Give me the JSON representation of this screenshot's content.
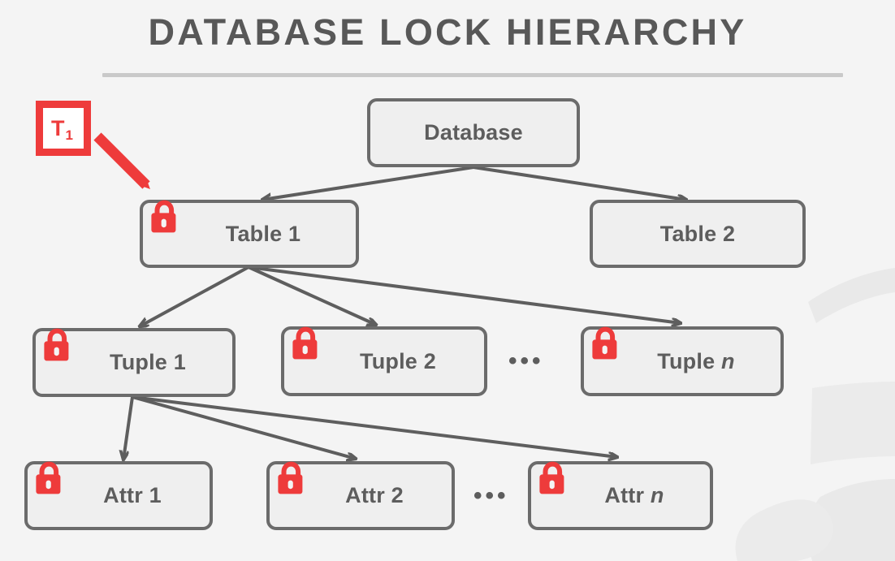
{
  "title": "DATABASE LOCK HIERARCHY",
  "colors": {
    "background": "#f4f4f4",
    "node_fill": "#efefef",
    "node_border": "#6b6b6b",
    "node_text": "#5d5d5d",
    "title_text": "#585858",
    "rule": "#c9c9c9",
    "lock_red": "#ee3b3b",
    "edge": "#5e5e5e",
    "watermark": "#e9e9e9"
  },
  "transaction_marker": {
    "label": "T",
    "subscript": "1",
    "name": "T1",
    "points_to": "Table 1"
  },
  "levels": [
    {
      "name": "database",
      "nodes": [
        "database"
      ]
    },
    {
      "name": "table",
      "nodes": [
        "table-1",
        "table-2"
      ]
    },
    {
      "name": "tuple",
      "nodes": [
        "tuple-1",
        "tuple-2",
        "tuple-n"
      ]
    },
    {
      "name": "attribute",
      "nodes": [
        "attr-1",
        "attr-2",
        "attr-n"
      ]
    }
  ],
  "nodes": {
    "database": {
      "label": "Database",
      "locked": false
    },
    "table_1": {
      "label": "Table 1",
      "locked": true
    },
    "table_2": {
      "label": "Table 2",
      "locked": false
    },
    "tuple_1": {
      "label": "Tuple 1",
      "locked": true
    },
    "tuple_2": {
      "label": "Tuple 2",
      "locked": true
    },
    "tuple_n": {
      "label_prefix": "Tuple ",
      "label_var": "n",
      "locked": true
    },
    "attr_1": {
      "label": "Attr 1",
      "locked": true
    },
    "attr_2": {
      "label": "Attr 2",
      "locked": true
    },
    "attr_n": {
      "label_prefix": "Attr ",
      "label_var": "n",
      "locked": true
    }
  },
  "ellipses": {
    "tuple_row": "•••",
    "attr_row": "•••"
  },
  "edges": [
    {
      "from": "database",
      "to": "table-1"
    },
    {
      "from": "database",
      "to": "table-2"
    },
    {
      "from": "table-1",
      "to": "tuple-1"
    },
    {
      "from": "table-1",
      "to": "tuple-2"
    },
    {
      "from": "table-1",
      "to": "tuple-n"
    },
    {
      "from": "tuple-1",
      "to": "attr-1"
    },
    {
      "from": "tuple-1",
      "to": "attr-2"
    },
    {
      "from": "tuple-1",
      "to": "attr-n"
    },
    {
      "from": "T1",
      "to": "table-1",
      "style": "red-pointer"
    }
  ]
}
